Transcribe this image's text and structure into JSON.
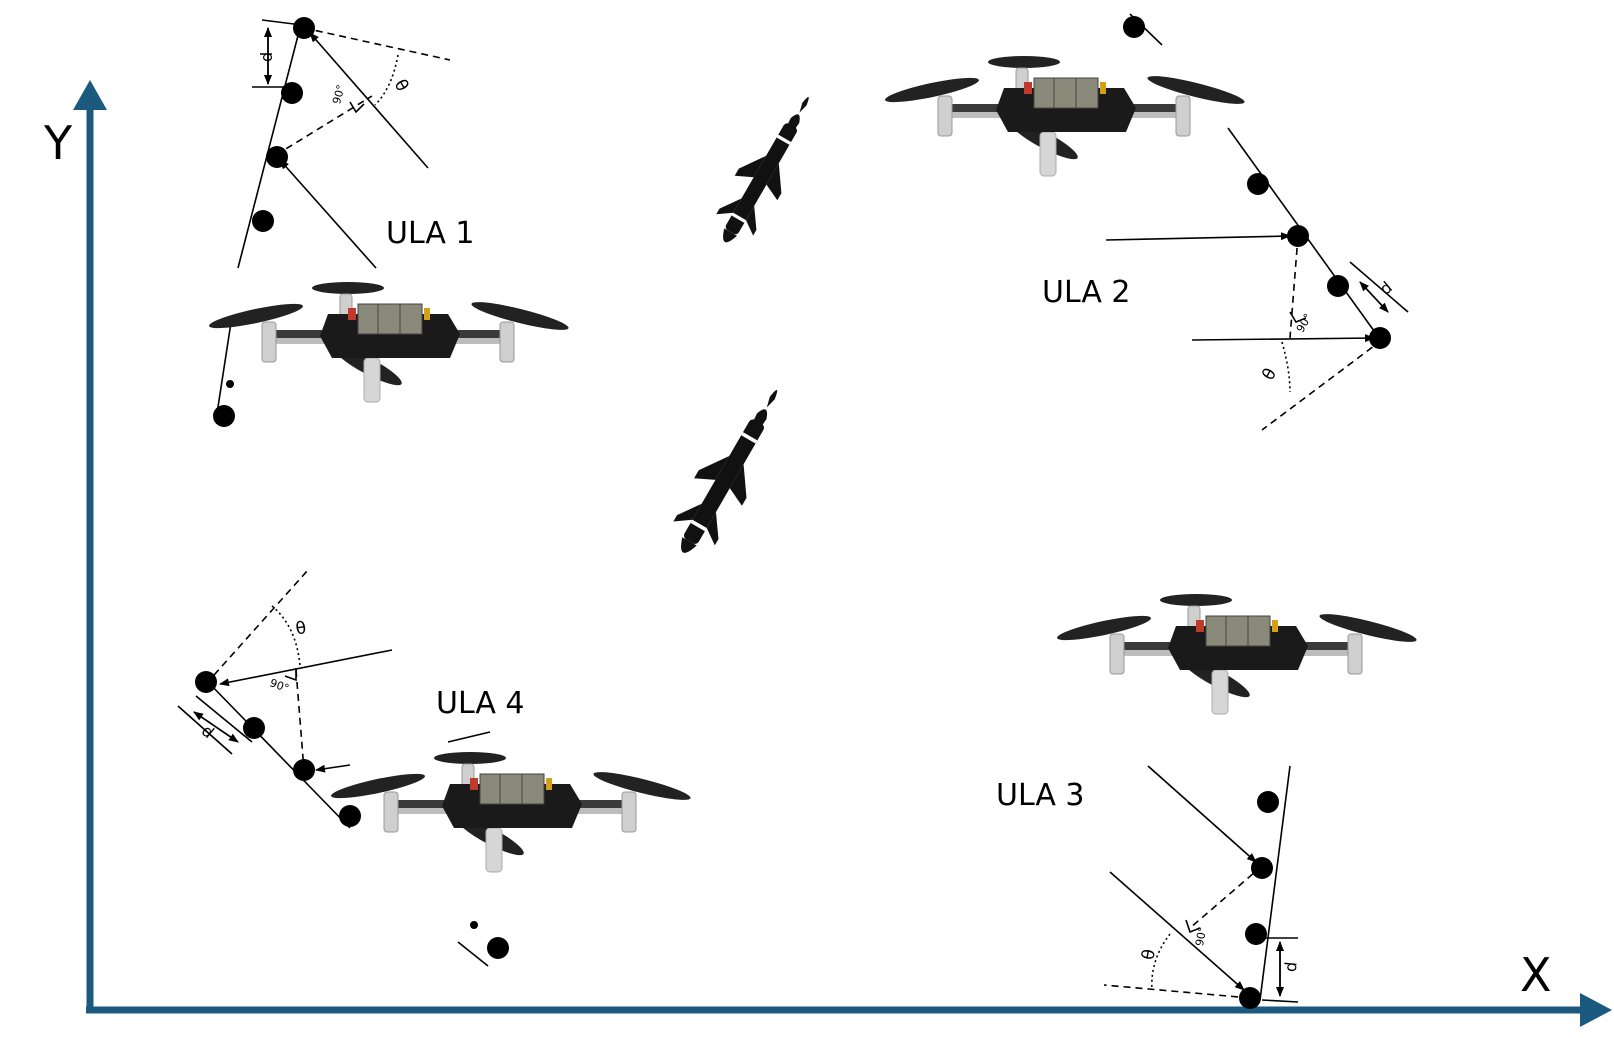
{
  "axes": {
    "x_label": "X",
    "y_label": "Y",
    "color": "#1b5a7e"
  },
  "arrays": [
    {
      "label": "ULA 1",
      "spacing_label": "d",
      "angle_label": "θ",
      "right_angle_label": "90°"
    },
    {
      "label": "ULA 2",
      "spacing_label": "d",
      "angle_label": "θ",
      "right_angle_label": "90°"
    },
    {
      "label": "ULA 3",
      "spacing_label": "d",
      "angle_label": "θ",
      "right_angle_label": "90°"
    },
    {
      "label": "ULA 4",
      "spacing_label": "d",
      "angle_label": "θ",
      "right_angle_label": "90°"
    }
  ],
  "colors": {
    "element": "#000000",
    "drone_body": "#1a1a1a",
    "drone_arm": "#c8c8c8",
    "propeller": "#222222",
    "missile": "#111111"
  }
}
